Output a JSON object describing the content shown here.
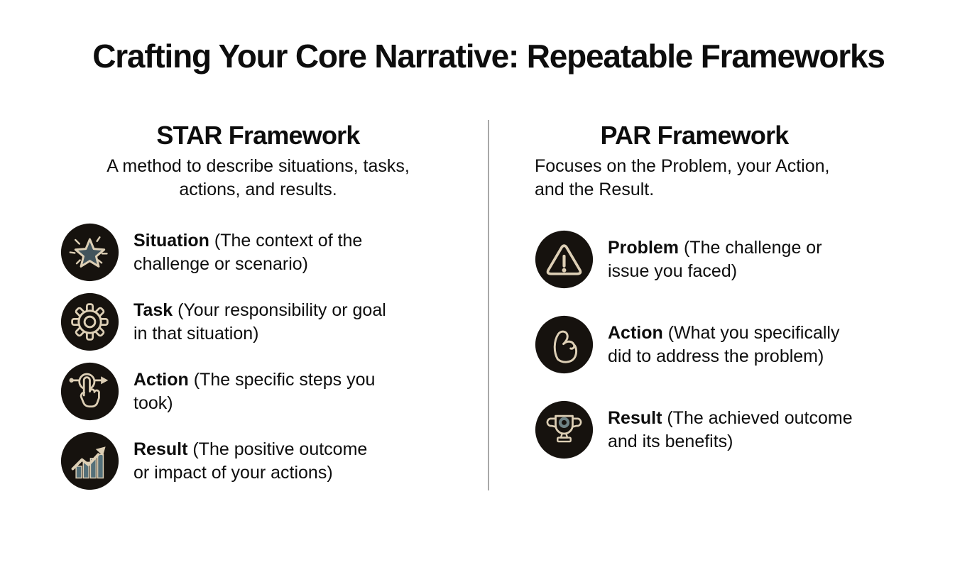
{
  "title": "Crafting Your Core Narrative: Repeatable Frameworks",
  "star_column": {
    "heading": "STAR Framework",
    "subtitle": "A method to describe situations, tasks, actions, and results.",
    "items": [
      {
        "icon": "star-icon",
        "term": "Situation",
        "desc": "(The context of the challenge or scenario)"
      },
      {
        "icon": "gear-icon",
        "term": "Task",
        "desc": "(Your responsibility or goal in that situation)"
      },
      {
        "icon": "tap-swipe-icon",
        "term": "Action",
        "desc": "(The specific steps you took)"
      },
      {
        "icon": "growth-chart-icon",
        "term": "Result",
        "desc": "(The positive outcome or impact of your actions)"
      }
    ]
  },
  "par_column": {
    "heading": "PAR Framework",
    "subtitle": "Focuses on the Problem, your Action, and the Result.",
    "items": [
      {
        "icon": "warning-icon",
        "term": "Problem",
        "desc": "(The challenge or issue you faced)"
      },
      {
        "icon": "flexed-arm-icon",
        "term": "Action",
        "desc": "(What you specifically did to address the problem)"
      },
      {
        "icon": "trophy-icon",
        "term": "Result",
        "desc": "(The achieved outcome and its benefits)"
      }
    ]
  },
  "colors": {
    "icon_bg": "#16120e",
    "icon_stroke": "#ddcfb5",
    "chart_bar": "#54707a",
    "star_fill": "#42545c",
    "trophy_ring": "#6e8285",
    "divider": "#a8a8a8",
    "text": "#0d0d0d",
    "background": "#ffffff"
  }
}
